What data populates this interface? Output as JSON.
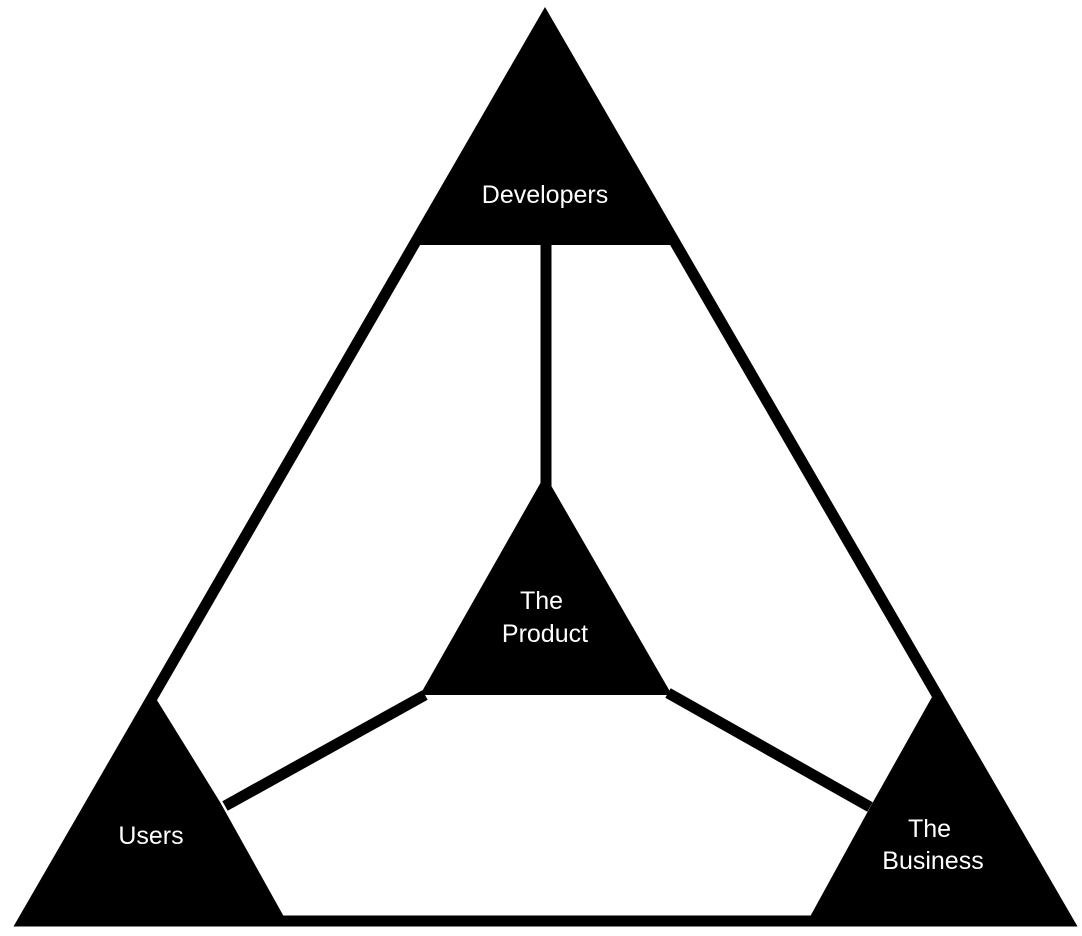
{
  "diagram": {
    "colors": {
      "fill": "#000000",
      "label": "#ffffff",
      "background": "#ffffff"
    },
    "nodes": {
      "developers": {
        "lines": [
          "Developers"
        ]
      },
      "product": {
        "lines": [
          "The",
          "Product"
        ]
      },
      "users": {
        "lines": [
          "Users"
        ]
      },
      "business": {
        "lines": [
          "The",
          "Business"
        ]
      }
    },
    "connections": [
      {
        "from": "developers",
        "to": "product"
      },
      {
        "from": "users",
        "to": "product"
      },
      {
        "from": "business",
        "to": "product"
      }
    ]
  }
}
